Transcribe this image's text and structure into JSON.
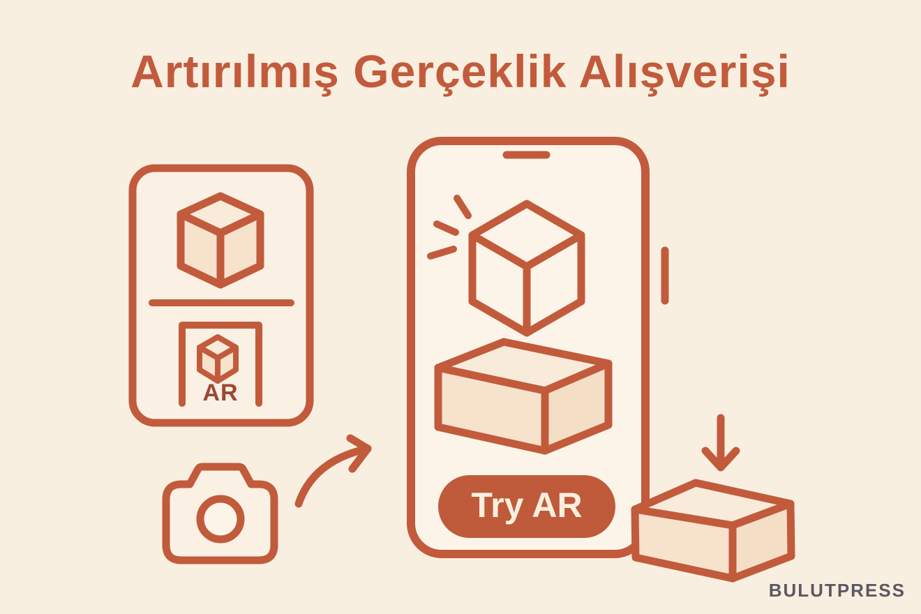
{
  "title": "Artırılmış Gerçeklik Alışverişi",
  "product_card": {
    "ar_badge_label": "AR"
  },
  "phone": {
    "try_ar_button_label": "Try AR"
  },
  "footer": {
    "brand": "BULUTPRESS"
  },
  "icons": {
    "product_cube": "cube-3d-icon",
    "ar_marker_frame": "ar-frame-icon",
    "ar_marker_cube": "mini-cube-icon",
    "camera": "camera-icon",
    "transfer_arrow": "curved-arrow-icon",
    "sparkles": "sparkle-lines-icon",
    "hologram_cube": "wireframe-cube-icon",
    "product_box": "package-box-icon",
    "speaker": "phone-speaker-slot",
    "power_button": "phone-power-button",
    "drop_arrow": "down-arrow-icon",
    "placed_box": "package-box-icon"
  },
  "colors": {
    "background": "#F9EFE0",
    "outline": "#C15B3C",
    "card_fill": "#FAF0E3",
    "phone_fill": "#FCF4E8",
    "face_top": "#F9EBDA",
    "face_side": "#F7E2CC",
    "face_side_dark": "#F5DEC6",
    "button_fill": "#BF5A3B",
    "button_text": "#FAEFDF",
    "ar_text": "#9C4834",
    "title_text": "#C15B3C",
    "brand_text": "#5C5761"
  }
}
